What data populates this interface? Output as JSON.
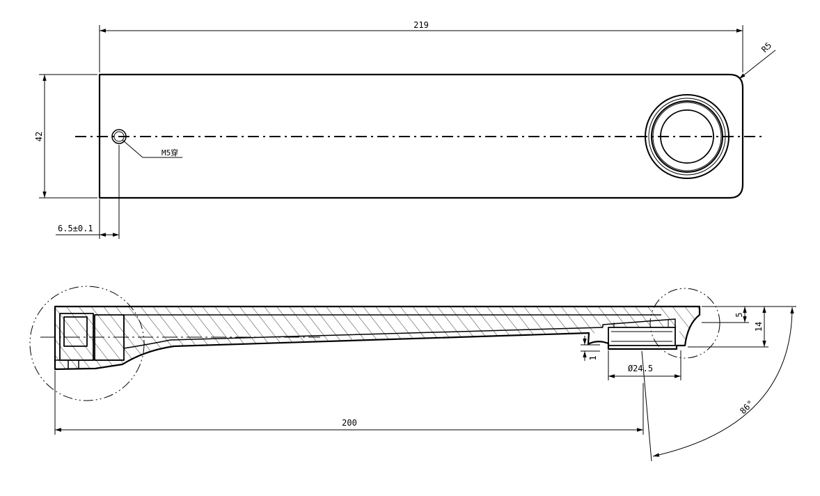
{
  "dimensions": {
    "overall_length": "219",
    "corner_radius": "R5",
    "height": "42",
    "thread_callout": "M5穿",
    "hole_offset": "6.5±0.1",
    "depth_5": "5",
    "depth_14": "14",
    "small_1": "1",
    "bore_diameter": "Ø24.5",
    "base_length": "200",
    "angle": "86°"
  }
}
